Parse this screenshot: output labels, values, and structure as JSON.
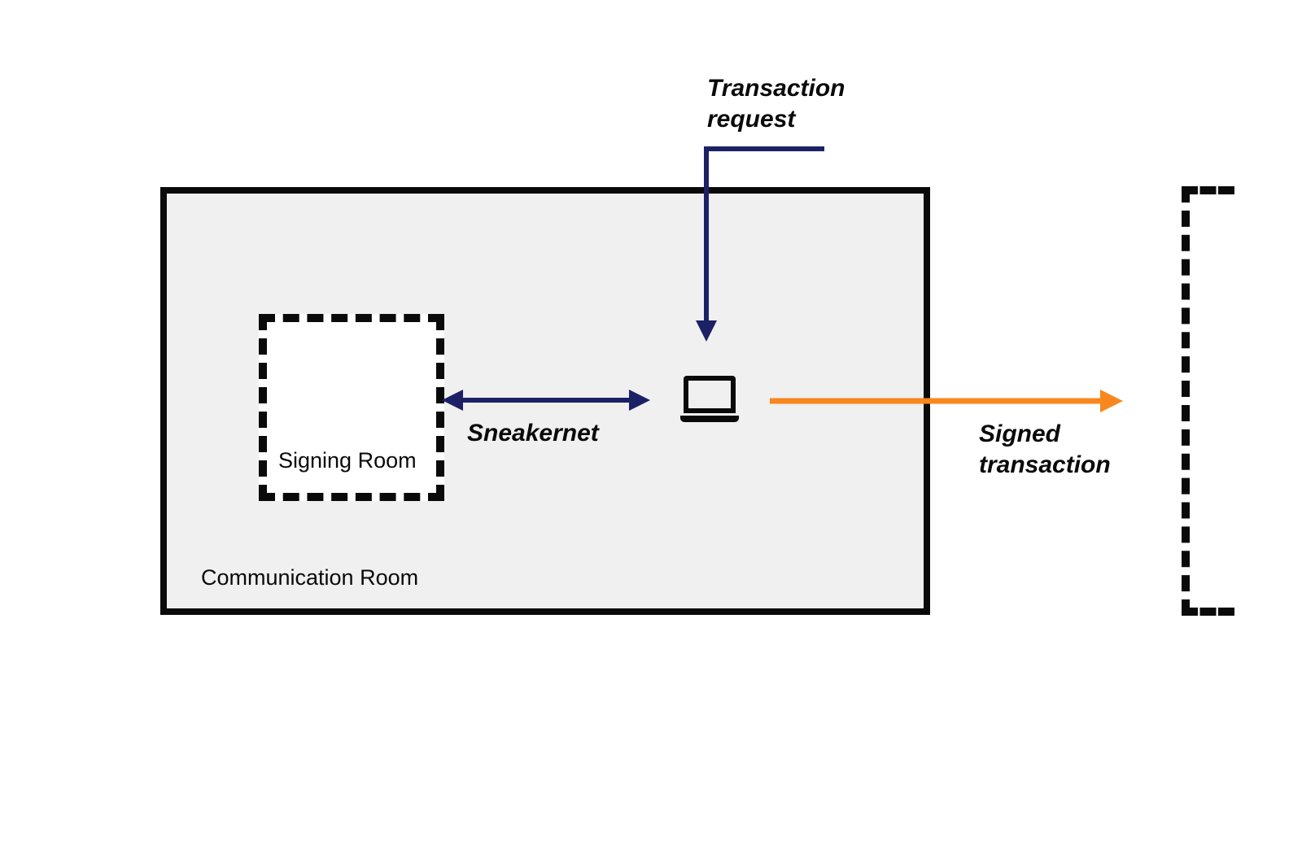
{
  "diagram": {
    "communication_room_label": "Communication Room",
    "signing_room_label": "Signing Room",
    "transaction_request_label": "Transaction request",
    "sneakernet_label": "Sneakernet",
    "signed_transaction_label": "Signed transaction"
  },
  "colors": {
    "navy": "#1c2166",
    "orange": "#f8871e",
    "outline_black": "#0a0a0a",
    "room_fill": "#f0f0f0"
  }
}
